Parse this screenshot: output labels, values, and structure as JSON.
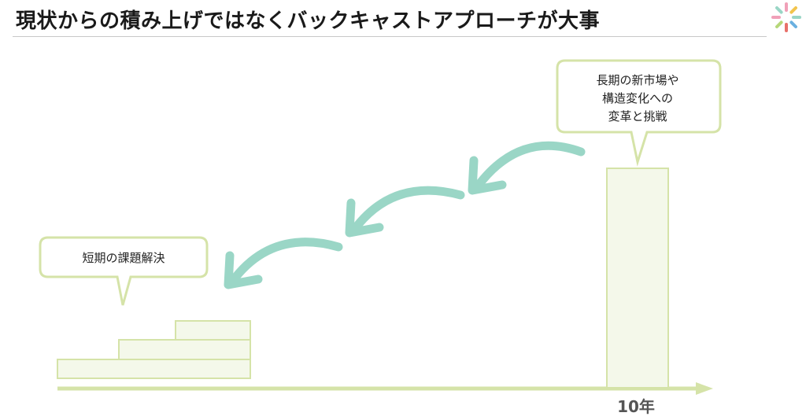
{
  "title": "現状からの積み上げではなくバックキャストアプローチが大事",
  "callouts": {
    "long_term": [
      "長期の新市場や",
      "構造変化への",
      "変革と挑戦"
    ],
    "short_term": "短期の課題解決"
  },
  "axis": {
    "end_label": "10年"
  },
  "colors": {
    "box_fill": "#f4f8ea",
    "box_stroke": "#d5e3a8",
    "arrow": "#9ad6c6",
    "axis": "#d5e3a8"
  },
  "icons": {
    "logo": "sparkle-logo-icon",
    "arrow": "curved-arrow-icon"
  }
}
